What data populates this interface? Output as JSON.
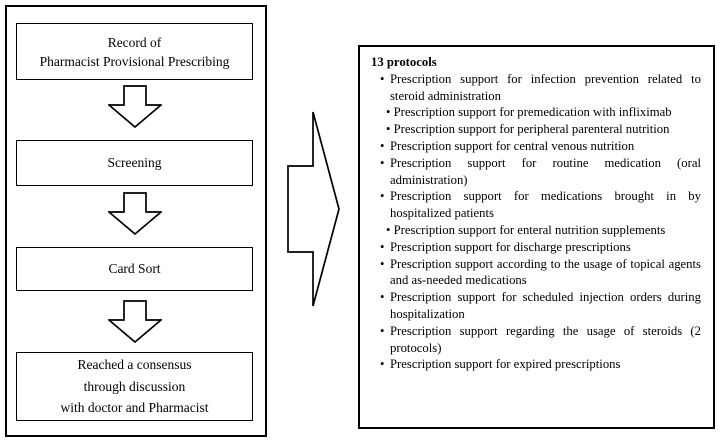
{
  "colors": {
    "border": "#000000",
    "background": "#ffffff",
    "text": "#000000"
  },
  "flowchart": {
    "boxes": [
      {
        "text": "Record of\nPharmacist Provisional Prescribing"
      },
      {
        "text": "Screening"
      },
      {
        "text": "Card Sort"
      },
      {
        "text": "Reached a consensus\nthrough discussion\nwith doctor and Pharmacist"
      }
    ]
  },
  "protocols": {
    "title": "13 protocols",
    "bullet": "•",
    "items": [
      {
        "text": "Prescription support for infection prevention related to steroid administration",
        "wrap": "hang"
      },
      {
        "text": "Prescription support for premedication with infliximab",
        "wrap": "flush"
      },
      {
        "text": "Prescription support for peripheral parenteral nutrition",
        "wrap": "flush"
      },
      {
        "text": "Prescription support for central venous nutrition",
        "wrap": "hang"
      },
      {
        "text": "Prescription support for routine medication (oral administration)",
        "wrap": "hang"
      },
      {
        "text": "Prescription support for medications brought in by hospitalized patients",
        "wrap": "hang"
      },
      {
        "text": "Prescription support for enteral nutrition supplements",
        "wrap": "flush"
      },
      {
        "text": "Prescription support for discharge prescriptions",
        "wrap": "hang"
      },
      {
        "text": "Prescription support according to the usage of topical agents and as-needed medications",
        "wrap": "hang"
      },
      {
        "text": "Prescription support for scheduled injection orders during hospitalization",
        "wrap": "hang"
      },
      {
        "text": "Prescription support regarding the usage of steroids (2 protocols)",
        "wrap": "hang"
      },
      {
        "text": "Prescription support for expired prescriptions",
        "wrap": "hang"
      }
    ]
  }
}
